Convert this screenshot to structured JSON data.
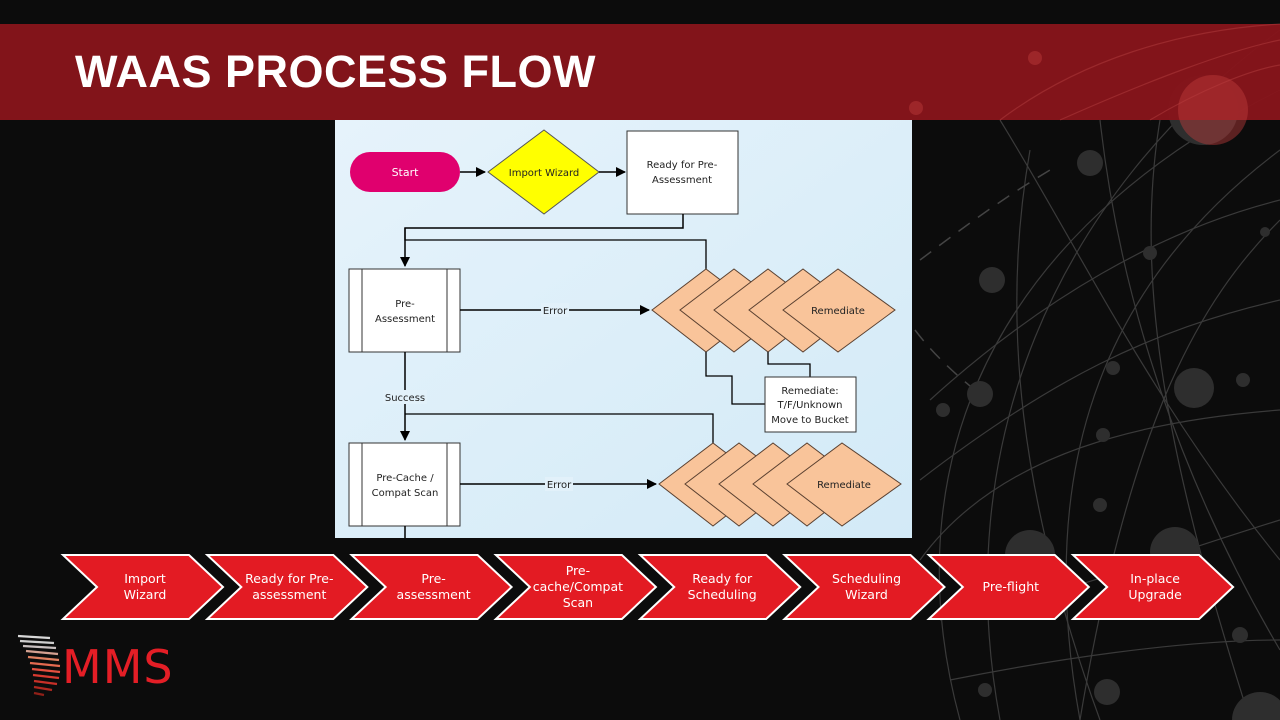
{
  "slide": {
    "title": "WAAS PROCESS FLOW",
    "colors": {
      "title_band": "#86151b",
      "background": "#0c0c0c",
      "chevron_fill": "#e31b23",
      "flow_bg": "#dceef8",
      "start_fill": "#e0006e",
      "decision_fill": "#ffff00",
      "remediate_fill": "#f9c49a"
    }
  },
  "flowchart": {
    "start": "Start",
    "import_wizard": "Import Wizard",
    "ready_line1": "Ready for Pre-",
    "ready_line2": "Assessment",
    "pre_assessment_line1": "Pre-",
    "pre_assessment_line2": "Assessment",
    "error_label_1": "Error",
    "remediate_1": "Remediate",
    "success_label": "Success",
    "remediate_box_line1": "Remediate:",
    "remediate_box_line2": "T/F/Unknown",
    "remediate_box_line3": "Move to Bucket",
    "precache_line1": "Pre-Cache /",
    "precache_line2": "Compat Scan",
    "error_label_2": "Error",
    "remediate_2": "Remediate"
  },
  "steps": [
    {
      "lines": [
        "Import",
        "Wizard"
      ]
    },
    {
      "lines": [
        "Ready for Pre-",
        "assessment"
      ]
    },
    {
      "lines": [
        "Pre-",
        "assessment"
      ]
    },
    {
      "lines": [
        "Pre-",
        "cache/Compat",
        "Scan"
      ]
    },
    {
      "lines": [
        "Ready for",
        "Scheduling"
      ]
    },
    {
      "lines": [
        "Scheduling",
        "Wizard"
      ]
    },
    {
      "lines": [
        "Pre-flight"
      ]
    },
    {
      "lines": [
        "In-place",
        "Upgrade"
      ]
    }
  ],
  "logo": {
    "text": "MMS"
  }
}
